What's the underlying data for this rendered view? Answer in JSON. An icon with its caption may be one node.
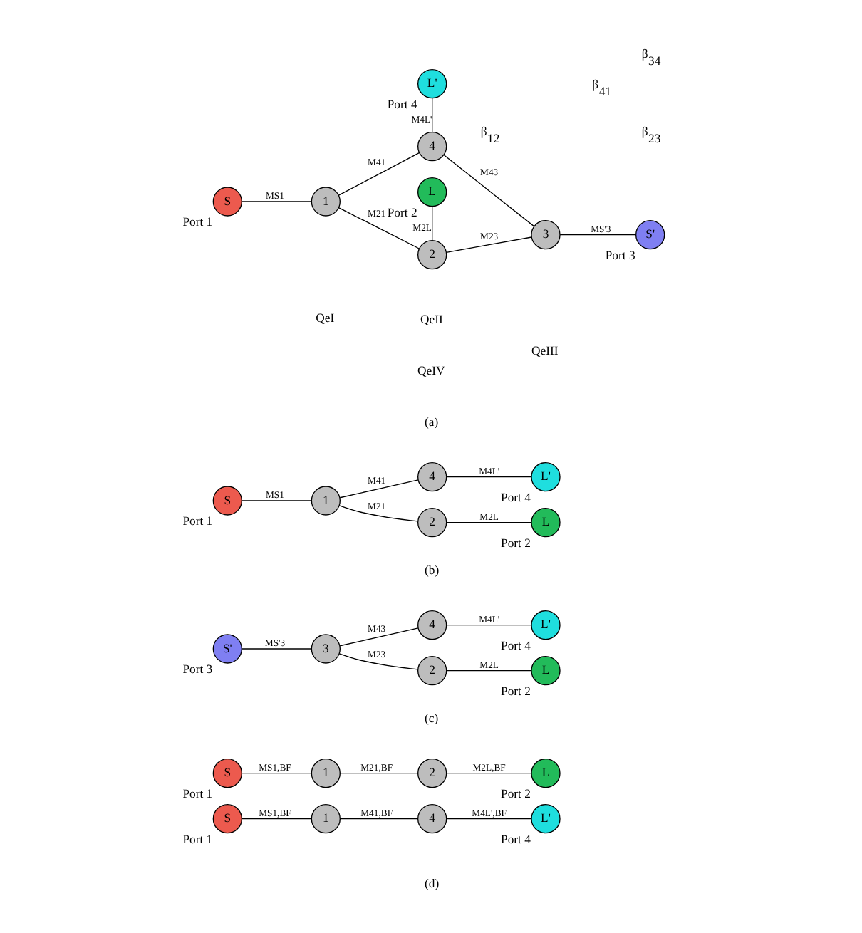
{
  "diagram": {
    "nodes": [
      {
        "text": [
          "S"
        ],
        "beside": [
          "Port 1"
        ]
      },
      {
        "text": [
          "1"
        ]
      },
      {
        "text": [
          "2"
        ]
      },
      {
        "text": [
          "3"
        ]
      },
      {
        "text": [
          "4"
        ]
      },
      {
        "text": [
          "L"
        ],
        "beside": [
          "Port 2"
        ]
      },
      {
        "text": [
          "S'"
        ],
        "beside": [
          "Port 3"
        ]
      },
      {
        "text": [
          "L'"
        ],
        "beside": [
          "Port 4"
        ]
      },
      {
        "text": [
          "S"
        ],
        "beside": [
          "Port 1"
        ]
      },
      {
        "text": [
          "1"
        ]
      },
      {
        "text": [
          "2"
        ]
      },
      {
        "text": [
          "4"
        ]
      },
      {
        "text": [
          "L"
        ],
        "beside": [
          "Port 2"
        ]
      },
      {
        "text": [
          "L'"
        ],
        "beside": [
          "Port 4"
        ]
      },
      {
        "text": [
          "S'"
        ],
        "beside": [
          "Port 3"
        ]
      },
      {
        "text": [
          "3"
        ]
      },
      {
        "text": [
          "2"
        ]
      },
      {
        "text": [
          "4"
        ]
      },
      {
        "text": [
          "L"
        ],
        "beside": [
          "Port 2"
        ]
      },
      {
        "text": [
          "L'"
        ],
        "beside": [
          "Port 4"
        ]
      },
      {
        "text": [
          "S"
        ],
        "beside": [
          "Port 1"
        ]
      },
      {
        "text": [
          "1"
        ]
      },
      {
        "text": [
          "2"
        ]
      },
      {
        "text": [
          "L"
        ],
        "beside": [
          "Port 2"
        ]
      },
      {
        "text": [
          "S"
        ],
        "beside": [
          "Port 1"
        ]
      },
      {
        "text": [
          "1"
        ]
      },
      {
        "text": [
          "4"
        ]
      },
      {
        "text": [
          "L'"
        ],
        "beside": [
          "Port 4"
        ]
      }
    ],
    "edges": [
      {
        "from": 0,
        "to": 1,
        "arrow": "none",
        "label": "MS1"
      },
      {
        "from": 1,
        "to": 2,
        "arrow": "none",
        "label": "M21"
      },
      {
        "from": 2,
        "to": 3,
        "arrow": "none",
        "label": "M23"
      },
      {
        "from": 1,
        "to": 4,
        "arrow": "none",
        "label": "M41"
      },
      {
        "from": 4,
        "to": 3,
        "arrow": "none",
        "label": "M43"
      },
      {
        "from": 2,
        "to": 5,
        "arrow": "none",
        "label": "M2L"
      },
      {
        "from": 3,
        "to": 6,
        "arrow": "none",
        "label": "MS'3"
      },
      {
        "from": 4,
        "to": 7,
        "arrow": "none",
        "label": "M4L'"
      },
      {
        "from": 8,
        "to": 9,
        "arrow": "none",
        "label": "MS1"
      },
      {
        "from": 9,
        "to": 10,
        "arrow": "none",
        "label": "M21"
      },
      {
        "from": 9,
        "to": 11,
        "arrow": "none",
        "label": "M41"
      },
      {
        "from": 10,
        "to": 12,
        "arrow": "none",
        "label": "M2L"
      },
      {
        "from": 11,
        "to": 13,
        "arrow": "none",
        "label": "M4L'"
      },
      {
        "from": 14,
        "to": 15,
        "arrow": "none",
        "label": "MS'3"
      },
      {
        "from": 15,
        "to": 16,
        "arrow": "none",
        "label": "M23"
      },
      {
        "from": 15,
        "to": 17,
        "arrow": "none",
        "label": "M43"
      },
      {
        "from": 16,
        "to": 18,
        "arrow": "none",
        "label": "M2L"
      },
      {
        "from": 17,
        "to": 19,
        "arrow": "none",
        "label": "M4L'"
      },
      {
        "from": 20,
        "to": 21,
        "arrow": "none",
        "label": "MS1,BF"
      },
      {
        "from": 21,
        "to": 22,
        "arrow": "none",
        "label": "M21,BF"
      },
      {
        "from": 22,
        "to": 23,
        "arrow": "none",
        "label": "M2L,BF"
      },
      {
        "from": 24,
        "to": 25,
        "arrow": "none",
        "label": "MS1,BF"
      },
      {
        "from": 25,
        "to": 26,
        "arrow": "none",
        "label": "M41,BF"
      },
      {
        "from": 26,
        "to": 27,
        "arrow": "none",
        "label": "M4L',BF"
      }
    ],
    "labels": [
      "QeII",
      "β$_{12}$",
      "β$_{23}$",
      "QeI",
      "QeIII",
      "QeIV",
      "β$_{41}$",
      "β$_{34}$",
      "(a)",
      "(b)",
      "(c)",
      "(d)"
    ]
  }
}
